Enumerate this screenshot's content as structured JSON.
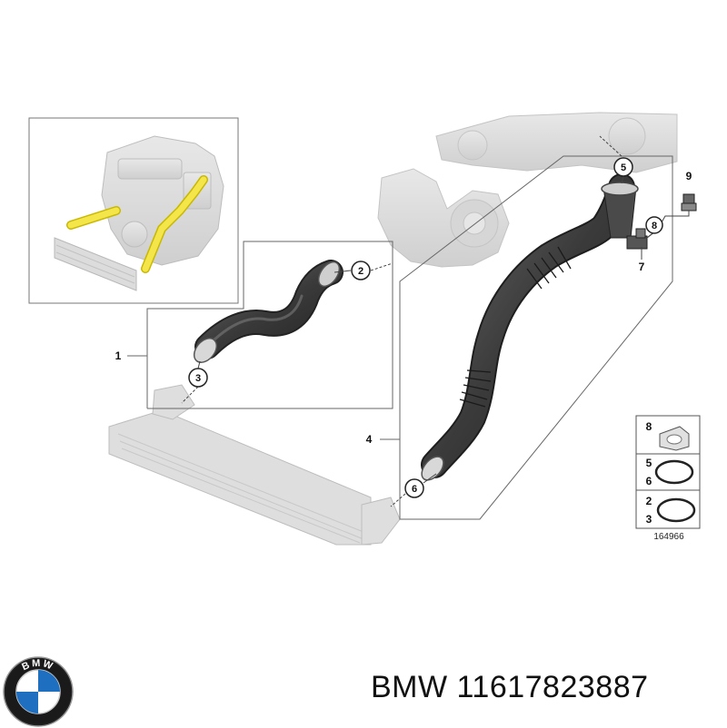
{
  "callouts": {
    "c1": "1",
    "c2": "2",
    "c3": "3",
    "c4": "4",
    "c5": "5",
    "c6": "6",
    "c7": "7",
    "c8": "8",
    "c9": "9"
  },
  "legend": {
    "gasket_label": "8",
    "ring_large_top": "5",
    "ring_large_bottom": "6",
    "ring_small_top": "2",
    "ring_small_bottom": "3"
  },
  "diagram_number": "164966",
  "logo": {
    "text": "BMW"
  },
  "product": {
    "brand": "BMW",
    "part_number": "11617823887",
    "full": "BMW 11617823887"
  },
  "colors": {
    "hose": "#3a3a3a",
    "hose_highlight": "#6a6a6a",
    "engine_ghost": "#d9d9d9",
    "yellow_highlight": "#f4e64a",
    "frame_line": "#666666",
    "bmw_blue": "#1f6fc0"
  }
}
